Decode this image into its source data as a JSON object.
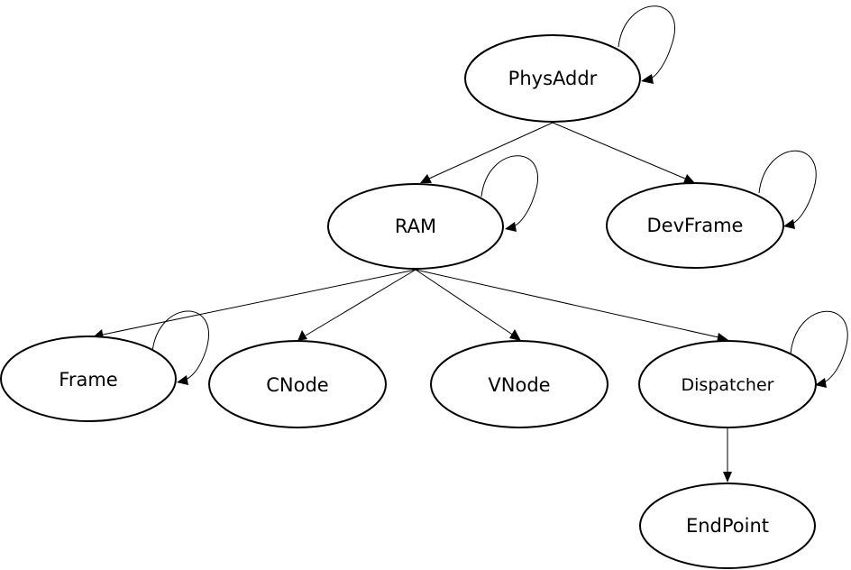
{
  "diagram": {
    "nodes": {
      "physaddr": "PhysAddr",
      "ram": "RAM",
      "devframe": "DevFrame",
      "frame": "Frame",
      "cnode": "CNode",
      "vnode": "VNode",
      "dispatcher": "Dispatcher",
      "endpoint": "EndPoint"
    },
    "edges": [
      {
        "from": "PhysAddr",
        "to": "RAM"
      },
      {
        "from": "PhysAddr",
        "to": "DevFrame"
      },
      {
        "from": "RAM",
        "to": "Frame"
      },
      {
        "from": "RAM",
        "to": "CNode"
      },
      {
        "from": "RAM",
        "to": "VNode"
      },
      {
        "from": "RAM",
        "to": "Dispatcher"
      },
      {
        "from": "Dispatcher",
        "to": "EndPoint"
      }
    ],
    "self_loops": [
      "PhysAddr",
      "RAM",
      "DevFrame",
      "Frame",
      "Dispatcher"
    ]
  }
}
